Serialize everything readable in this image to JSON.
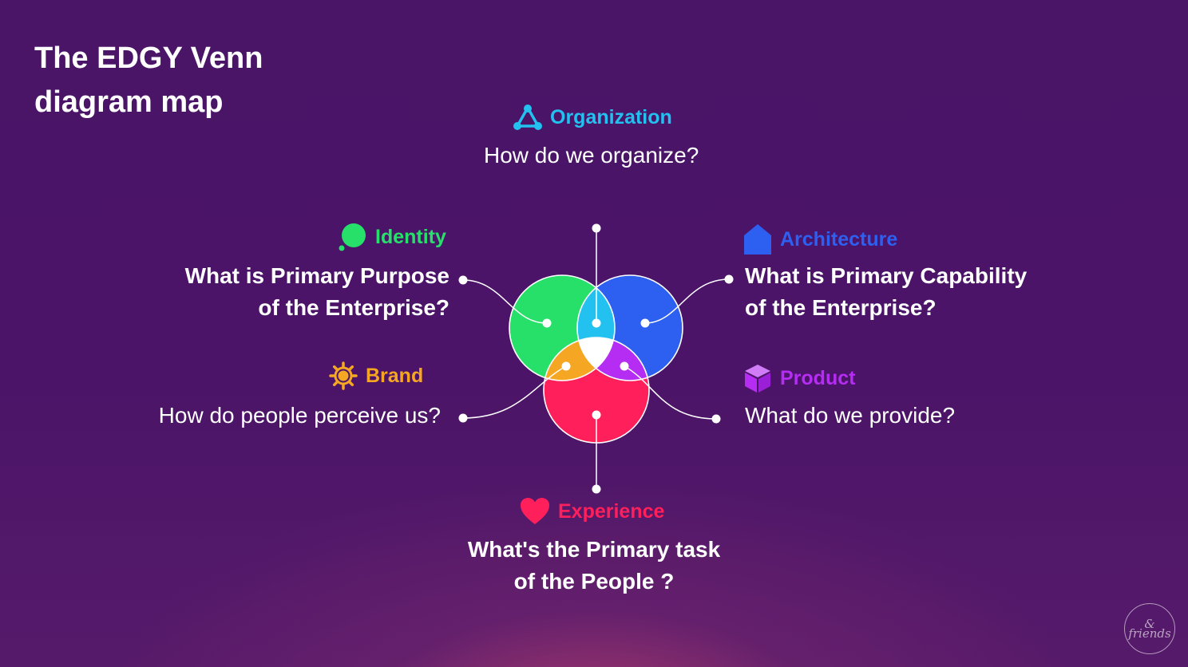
{
  "title": "The EDGY Venn diagram map",
  "facets": {
    "organization": {
      "label": "Organization",
      "question": "How do we organize?",
      "color": "#22c1f0",
      "icon": "network-triangle-icon"
    },
    "identity": {
      "label": "Identity",
      "question_line1": "What is Primary Purpose",
      "question_line2": "of the Enterprise?",
      "color": "#27e06a",
      "icon": "speech-bubble-icon"
    },
    "architecture": {
      "label": "Architecture",
      "question_line1": "What is Primary Capability",
      "question_line2": "of the Enterprise?",
      "color": "#2d5ff0",
      "icon": "house-icon"
    },
    "brand": {
      "label": "Brand",
      "question": "How do people perceive us?",
      "color": "#f5a623",
      "icon": "sun-icon"
    },
    "product": {
      "label": "Product",
      "question": "What do we provide?",
      "color": "#b52cf2",
      "icon": "cube-icon"
    },
    "experience": {
      "label": "Experience",
      "question_line1": "What's the Primary task",
      "question_line2": "of the People ?",
      "color": "#ff1f5a",
      "icon": "heart-icon"
    }
  },
  "logo": {
    "symbol": "&",
    "text": "friends"
  }
}
